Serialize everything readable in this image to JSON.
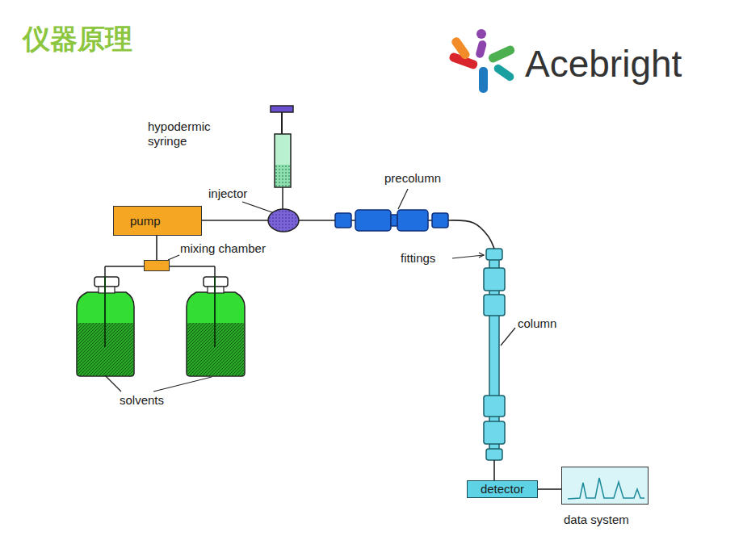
{
  "diagram": {
    "title": "仪器原理",
    "nodes": [
      {
        "text": [
          "pump"
        ]
      },
      {
        "text": [
          "mixing chamber"
        ]
      },
      {
        "text": [
          "injector"
        ]
      },
      {
        "text": [
          "precolumn"
        ]
      },
      {
        "text": [
          "column"
        ]
      },
      {
        "text": [
          "detector"
        ]
      },
      {
        "text": [
          "data system"
        ]
      }
    ],
    "edges": [
      {
        "from": 1,
        "to": 0,
        "arrow": "none"
      },
      {
        "from": 0,
        "to": 2,
        "arrow": "none"
      },
      {
        "from": 2,
        "to": 3,
        "arrow": "none"
      },
      {
        "from": 3,
        "to": 4,
        "arrow": "none"
      },
      {
        "from": 4,
        "to": 5,
        "arrow": "none"
      },
      {
        "from": 5,
        "to": 6,
        "arrow": "none"
      }
    ],
    "labels": [
      "Acebright",
      "hypodermic syringe",
      "fittings",
      "solvents"
    ]
  }
}
